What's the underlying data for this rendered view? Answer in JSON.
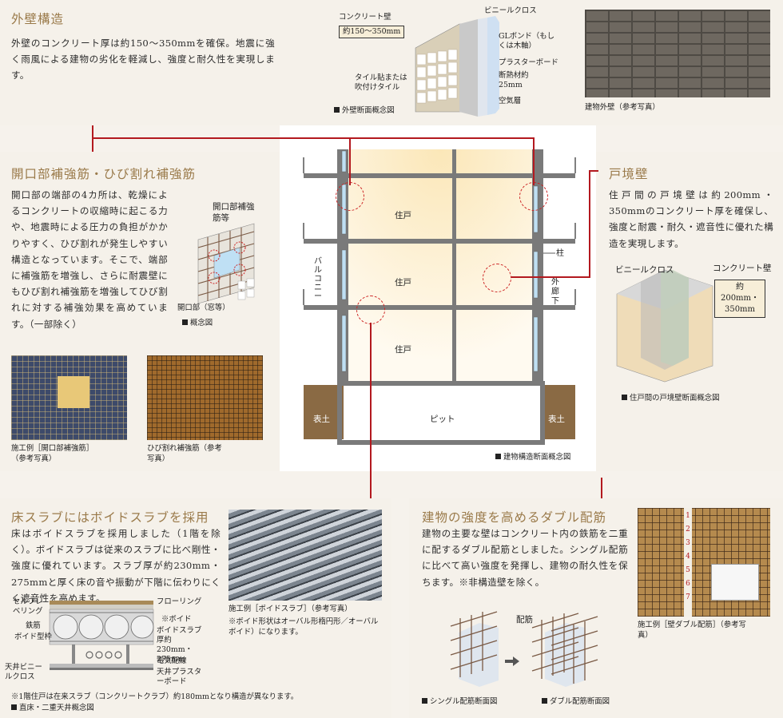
{
  "exterior": {
    "title": "外壁構造",
    "text": "外壁のコンクリート厚は約150〜350mmを確保。地震に強く雨風による建物の劣化を軽減し、強度と耐久性を実現します。",
    "labels": {
      "concrete": "コンクリート壁",
      "thickness": "約150〜350mm",
      "tile": "タイル貼または吹付けタイル",
      "cloth": "ビニールクロス",
      "gl": "GLボンド（もしくは木軸）",
      "board": "プラスターボード",
      "insul": "断熱材約25mm",
      "air": "空気層"
    },
    "diagram_caption": "外壁断面概念図",
    "photo_caption": "建物外壁（参考写真）"
  },
  "opening": {
    "title": "開口部補強筋・ひび割れ補強筋",
    "text": "開口部の端部の4カ所は、乾燥によるコンクリートの収縮時に起こる力や、地震時による圧力の負担がかかりやすく、ひび割れが発生しやすい構造となっています。そこで、端部に補強筋を増強し、さらに耐震壁にもひび割れ補強筋を増強してひび割れに対する補強効果を高めています。（一部除く）",
    "label_rebar": "開口部補強筋等",
    "label_window": "開口部（窓等）",
    "diagram_caption": "概念図",
    "photo1_caption": "施工例［開口部補強筋］（参考写真）",
    "photo2_caption": "ひび割れ補強筋（参考写真）"
  },
  "building": {
    "balcony": "バルコニー",
    "unit": "住戸",
    "pillar": "柱",
    "corridor": "外廊下",
    "soil": "表土",
    "pit": "ピット",
    "caption": "建物構造断面概念図"
  },
  "partition": {
    "title": "戸境壁",
    "text": "住戸間の戸境壁は約200mm・350mmのコンクリート厚を確保し、強度と耐震・耐久・遮音性に優れた構造を実現します。",
    "label_cloth": "ビニールクロス",
    "label_concrete": "コンクリート壁",
    "thickness": "約200mm・350mm",
    "caption": "住戸間の戸境壁断面概念図"
  },
  "slab": {
    "title": "床スラブにはボイドスラブを採用",
    "text": "床はボイドスラブを採用しました（1階を除く）。ボイドスラブは従来のスラブに比べ剛性・強度に優れています。スラブ厚が約230mm・275mmと厚く床の音や振動が下階に伝わりにくく遮音性を高めます。",
    "photo_caption": "施工例［ボイドスラブ］（参考写真）",
    "photo_note": "※ボイド形状はオーバル形楕円形／オーバルボイド）になります。",
    "labels": {
      "flooring": "フローリング",
      "leveling": "セルフレベリング",
      "rebar": "鉄筋",
      "form": "ボイド型枠",
      "void_note": "※ボイド",
      "slab_thick": "ボイドスラブ厚約230mm・275mm",
      "wiring": "電気配線",
      "ceiling_board": "天井プラスターボード",
      "ceiling_cloth": "天井ビニールクロス"
    },
    "footnote": "※1階住戸は在来スラブ（コンクリートクラブ）約180mmとなり構造が異なります。",
    "diagram_caption": "直床・二重天井概念図"
  },
  "double": {
    "title": "建物の強度を高めるダブル配筋",
    "text": "建物の主要な壁はコンクリート内の鉄筋を二重に配するダブル配筋としました。シングル配筋に比べて高い強度を発揮し、建物の耐久性を保ちます。※非構造壁を除く。",
    "photo_caption": "施工例［壁ダブル配筋］（参考写真）",
    "label_haikin": "配筋",
    "single_caption": "シングル配筋断面図",
    "double_caption": "ダブル配筋断面図",
    "ruler_digits": [
      "1",
      "2",
      "3",
      "4",
      "5",
      "6",
      "7"
    ]
  },
  "colors": {
    "heading": "#9a7a4a",
    "accent": "#b3191f",
    "panel": "#f5f1ea"
  }
}
